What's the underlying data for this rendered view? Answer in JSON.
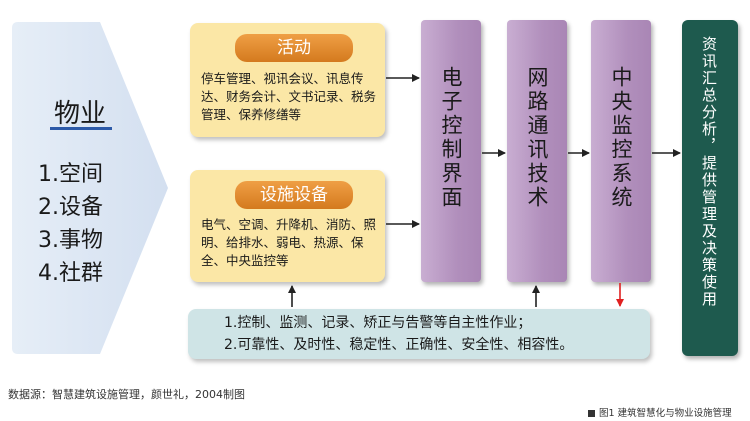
{
  "property": {
    "title": "物业",
    "items": [
      "1.空间",
      "2.设备",
      "3.事物",
      "4.社群"
    ]
  },
  "activities": {
    "label": "活动",
    "text": "停车管理、视讯会议、讯息传达、财务会计、文书记录、税务管理、保养修缮等"
  },
  "facilities": {
    "label": "设施设备",
    "text": "电气、空调、升降机、消防、照明、给排水、弱电、热源、保全、中央监控等"
  },
  "columns": [
    "电子控制界面",
    "网路通讯技术",
    "中央监控系统"
  ],
  "control": {
    "line1": "1.控制、监测、记录、矫正与告警等自主性作业；",
    "line2": "2.可靠性、及时性、稳定性、正确性、安全性、相容性。"
  },
  "analysis": "资讯汇总分析，提供管理及决策使用",
  "source": "数据源：智慧建筑设施管理，颜世礼，2004制图",
  "caption": "图1  建筑智慧化与物业设施管理",
  "colors": {
    "chevron": "#dce6f2",
    "yellow_box": "#fbe7a6",
    "pill": "#e08a2c",
    "purple": "#b998c2",
    "teal_box": "#cfe4e6",
    "dark_green": "#1e5a4e",
    "red_arrow": "#e02020"
  }
}
